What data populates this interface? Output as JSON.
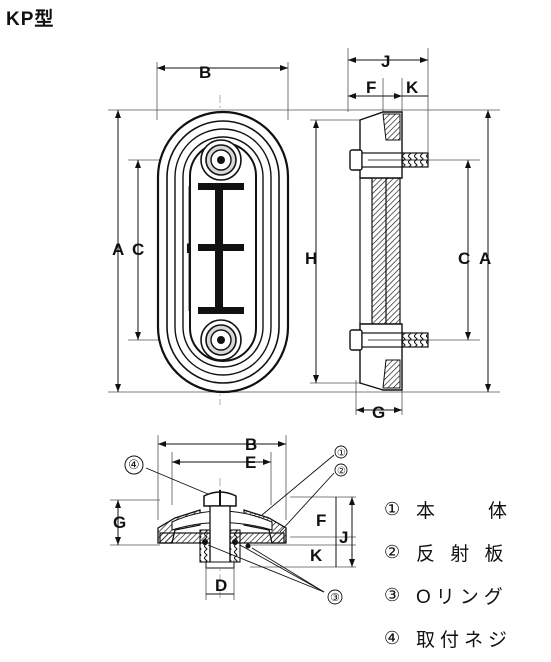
{
  "title": "KP型",
  "labels": {
    "A": "A",
    "B": "B",
    "C": "C",
    "D": "D",
    "E": "E",
    "F": "F",
    "G": "G",
    "H": "H",
    "I": "I",
    "J": "J",
    "K": "K"
  },
  "callouts": {
    "c1": "①",
    "c2": "②",
    "c3": "③",
    "c4": "④"
  },
  "legend": [
    {
      "num": "①",
      "text": "本　　体"
    },
    {
      "num": "②",
      "text": "反 射 板"
    },
    {
      "num": "③",
      "text": "Oリング"
    },
    {
      "num": "④",
      "text": "取付ネジ"
    }
  ]
}
